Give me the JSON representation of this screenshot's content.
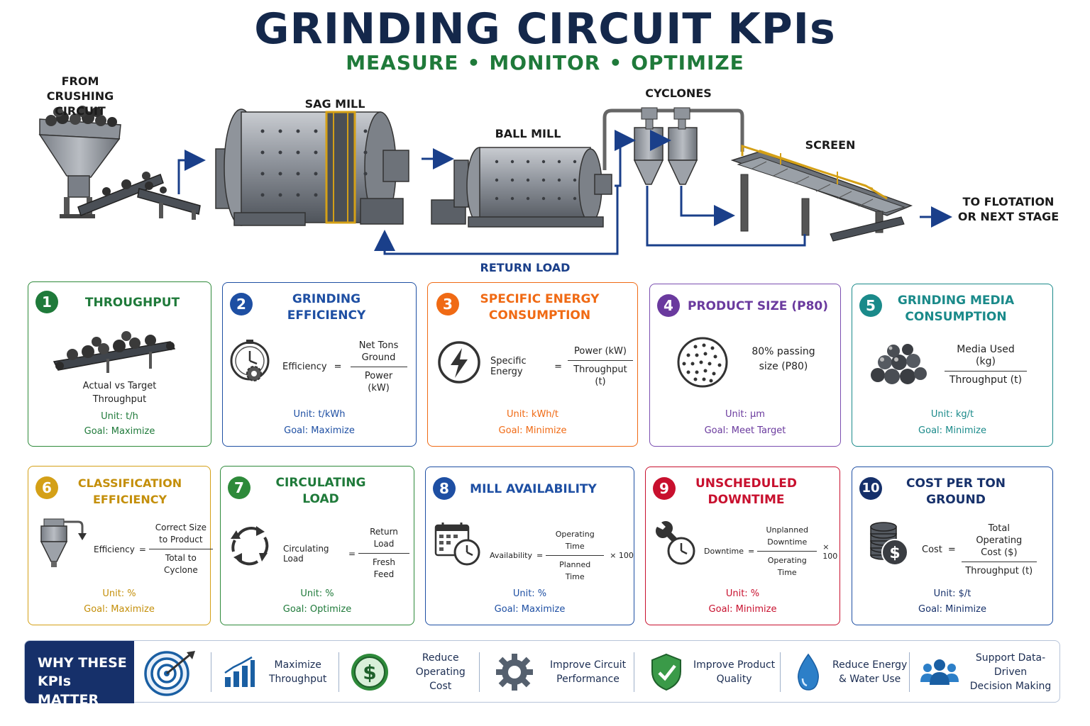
{
  "title": "GRINDING CIRCUIT KPIs",
  "subtitle": [
    "MEASURE",
    "MONITOR",
    "OPTIMIZE"
  ],
  "subtitle_dot": "•",
  "flow": {
    "from_crushing": "FROM CRUSHING\nCIRCUIT",
    "sag_mill": "SAG MILL",
    "ball_mill": "BALL MILL",
    "cyclones": "CYCLONES",
    "screen": "SCREEN",
    "to_flotation": "TO FLOTATION\nOR NEXT STAGE",
    "return_load": "RETURN LOAD"
  },
  "kpis": [
    {
      "num": "1",
      "title": "THROUGHPUT",
      "color": "#1f7a3a",
      "icon": "conveyor-icon",
      "desc": "Actual vs Target\nThroughput",
      "unit": "Unit:  t/h",
      "goal": "Goal:  Maximize"
    },
    {
      "num": "2",
      "title": "GRINDING\nEFFICIENCY",
      "color": "#1e4fa3",
      "icon": "stopwatch-gear-icon",
      "lhs": "Efficiency",
      "eq": "=",
      "numer": "Net Tons\nGround",
      "denom": "Power (kW)",
      "unit": "Unit:  t/kWh",
      "goal": "Goal:  Maximize"
    },
    {
      "num": "3",
      "title": "SPECIFIC ENERGY\nCONSUMPTION",
      "color": "#f06a14",
      "icon": "lightning-icon",
      "lhs": "Specific Energy",
      "eq": "=",
      "numer": "Power (kW)",
      "denom": "Throughput (t)",
      "unit": "Unit:  kWh/t",
      "goal": "Goal:  Minimize"
    },
    {
      "num": "4",
      "title": "PRODUCT SIZE (P80)",
      "color": "#6a3a9e",
      "icon": "sieve-icon",
      "desc": "80% passing\nsize (P80)",
      "unit": "Unit:  µm",
      "goal": "Goal:  Meet Target"
    },
    {
      "num": "5",
      "title": "GRINDING MEDIA\nCONSUMPTION",
      "color": "#1a8a8a",
      "icon": "grinding-balls-icon",
      "numer": "Media Used (kg)",
      "denom": "Throughput (t)",
      "unit": "Unit:  kg/t",
      "goal": "Goal:  Minimize"
    },
    {
      "num": "6",
      "title": "CLASSIFICATION\nEFFICIENCY",
      "color": "#d4a017",
      "icon": "cyclone-icon",
      "lhs": "Efficiency",
      "eq": "=",
      "numer": "Correct Size\nto Product",
      "denom": "Total to Cyclone",
      "unit": "Unit:  %",
      "goal": "Goal:  Maximize"
    },
    {
      "num": "7",
      "title": "CIRCULATING\nLOAD",
      "color": "#2e8a3a",
      "icon": "cycle-arrows-icon",
      "lhs": "Circulating Load",
      "eq": "=",
      "numer": "Return Load",
      "denom": "Fresh Feed",
      "unit": "Unit:  %",
      "goal": "Goal:  Optimize"
    },
    {
      "num": "8",
      "title": "MILL AVAILABILITY",
      "color": "#1e4fa3",
      "icon": "calendar-clock-icon",
      "lhs": "Availability",
      "eq": "=",
      "numer": "Operating Time",
      "denom": "Planned Time",
      "mult": "× 100",
      "unit": "Unit:  %",
      "goal": "Goal:  Maximize"
    },
    {
      "num": "9",
      "title": "UNSCHEDULED\nDOWNTIME",
      "color": "#c8102e",
      "icon": "wrench-clock-icon",
      "lhs": "Downtime",
      "eq": "=",
      "numer": "Unplanned\nDowntime",
      "denom": "Operating Time",
      "mult": "× 100",
      "unit": "Unit:  %",
      "goal": "Goal:  Minimize"
    },
    {
      "num": "10",
      "title": "COST PER TON\nGROUND",
      "color": "#16306a",
      "icon": "coins-dollar-icon",
      "lhs": "Cost",
      "eq": "=",
      "numer": "Total Operating\nCost ($)",
      "denom": "Throughput (t)",
      "unit": "Unit:  $/t",
      "goal": "Goal:  Minimize"
    }
  ],
  "why": {
    "heading": "WHY THESE\nKPIs MATTER",
    "benefits": [
      {
        "icon": "bar-chart-up-icon",
        "label": "Maximize\nThroughput"
      },
      {
        "icon": "dollar-coin-icon",
        "label": "Reduce\nOperating Cost"
      },
      {
        "icon": "gear-icon",
        "label": "Improve Circuit\nPerformance"
      },
      {
        "icon": "shield-check-icon",
        "label": "Improve Product\nQuality"
      },
      {
        "icon": "water-drop-icon",
        "label": "Reduce Energy\n& Water Use"
      },
      {
        "icon": "people-group-icon",
        "label": "Support Data-Driven\nDecision Making"
      }
    ]
  }
}
